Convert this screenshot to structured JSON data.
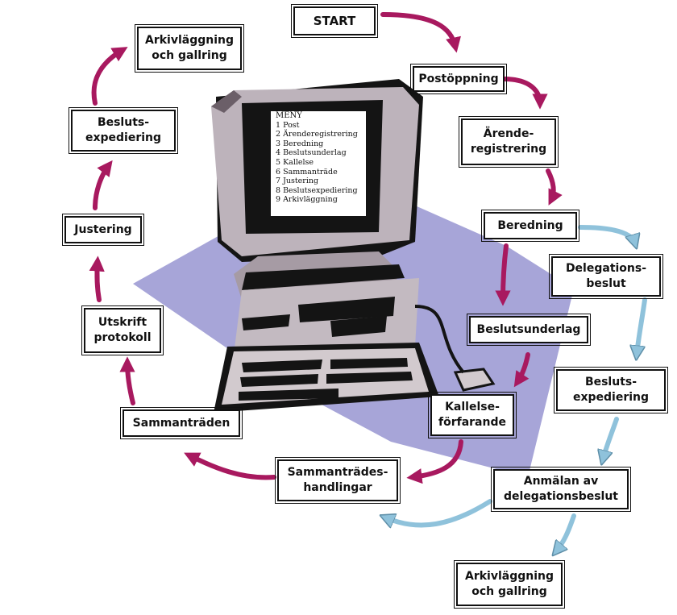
{
  "colors": {
    "magenta_arrow": "#a8195f",
    "blue_arrow": "#8fc2db",
    "blue_arrow_edge": "#5f8fa8",
    "backdrop_shape": "#a7a5d8",
    "monitor_gray": "#bdb3bb",
    "dark": "#141414"
  },
  "boxes": {
    "start": {
      "lines": [
        "START"
      ]
    },
    "postoppning": {
      "lines": [
        "Postöppning"
      ]
    },
    "arenderegistrering": {
      "lines": [
        "Ärende-",
        "registrering"
      ]
    },
    "beredning": {
      "lines": [
        "Beredning"
      ]
    },
    "delegationsbeslut": {
      "lines": [
        "Delegations-",
        "beslut"
      ]
    },
    "beslutsunderlag": {
      "lines": [
        "Beslutsunderlag"
      ]
    },
    "beslutsexpediering_right": {
      "lines": [
        "Besluts-",
        "expediering"
      ]
    },
    "kallelseforfarande": {
      "lines": [
        "Kallelse-",
        "förfarande"
      ]
    },
    "anmalan": {
      "lines": [
        "Anmälan av",
        "delegationsbeslut"
      ]
    },
    "arkivlaggning_bottom": {
      "lines": [
        "Arkivläggning",
        "och gallring"
      ]
    },
    "sammantradeshandlingar": {
      "lines": [
        "Sammanträdes-",
        "handlingar"
      ]
    },
    "sammantraden": {
      "lines": [
        "Sammanträden"
      ]
    },
    "utskrift": {
      "lines": [
        "Utskrift",
        "protokoll"
      ]
    },
    "justering": {
      "lines": [
        "Justering"
      ]
    },
    "beslutsexpediering_left": {
      "lines": [
        "Besluts-",
        "expediering"
      ]
    },
    "arkivlaggning_top": {
      "lines": [
        "Arkivläggning",
        "och gallring"
      ]
    }
  },
  "menu": {
    "title": "MENY",
    "items": [
      "1 Post",
      "2 Ärenderegistrering",
      "3 Beredning",
      "4 Beslutsunderlag",
      "5 Kallelse",
      "6 Sammanträde",
      "7 Justering",
      "8 Beslutsexpediering",
      "9 Arkivläggning"
    ]
  }
}
